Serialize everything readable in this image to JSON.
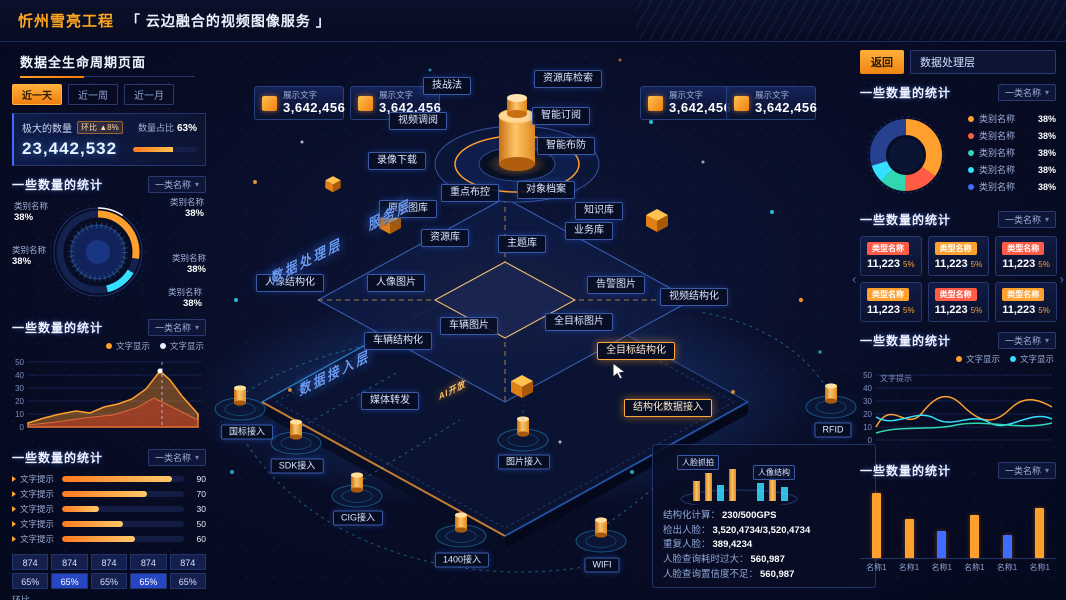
{
  "header": {
    "brand": "忻州雪亮工程",
    "title": "「 云边融合的视频图像服务 」"
  },
  "subheader": {
    "page_tab": "数据全生命周期页面",
    "back": "返回",
    "layer": "数据处理层"
  },
  "left": {
    "time_tabs": [
      {
        "label": "近一天"
      },
      {
        "label": "近一周"
      },
      {
        "label": "近一月"
      }
    ],
    "stat": {
      "label": "极大的数量",
      "badge": "环比 ▲8%",
      "ratio_label": "数量占比",
      "ratio_value": "63%",
      "ratio_pct": 63,
      "value": "23,442,532"
    },
    "panel1": {
      "title": "一些数量的统计",
      "dropdown": "一类名称",
      "items": [
        {
          "name": "类别名称",
          "value": "38%"
        },
        {
          "name": "类别名称",
          "value": "38%"
        },
        {
          "name": "类别名称",
          "value": "38%"
        },
        {
          "name": "类别名称",
          "value": "38%"
        },
        {
          "name": "类别名称",
          "value": "38%"
        }
      ]
    },
    "panel2": {
      "title": "一些数量的统计",
      "dropdown": "一类名称",
      "legend": [
        {
          "label": "文字显示",
          "color": "#ffa02e"
        },
        {
          "label": "文字显示",
          "color": "#e8eefc"
        }
      ],
      "y_ticks": [
        "50",
        "40",
        "30",
        "20",
        "10",
        "0"
      ]
    },
    "panel3": {
      "title": "一些数量的统计",
      "dropdown": "一类名称",
      "max": 100,
      "bars": [
        {
          "label": "文字提示",
          "value": 90
        },
        {
          "label": "文字提示",
          "value": 70
        },
        {
          "label": "文字提示",
          "value": 30
        },
        {
          "label": "文字提示",
          "value": 50
        },
        {
          "label": "文字提示",
          "value": 60
        }
      ]
    },
    "table": {
      "values": [
        "874",
        "874",
        "874",
        "874",
        "874"
      ],
      "percents": [
        "65%",
        "65%",
        "65%",
        "65%",
        "65%"
      ],
      "caption": "环比"
    }
  },
  "center": {
    "cards": [
      {
        "label": "展示文字",
        "value": "3,642,456"
      },
      {
        "label": "展示文字",
        "value": "3,642,456"
      },
      {
        "label": "展示文字",
        "value": "3,642,456"
      },
      {
        "label": "展示文字",
        "value": "3,642,456"
      }
    ],
    "nodes": [
      {
        "label": "技战法"
      },
      {
        "label": "资源库检索"
      },
      {
        "label": "视频调阅"
      },
      {
        "label": "智能订阅"
      },
      {
        "label": "智能布防"
      },
      {
        "label": "录像下载"
      },
      {
        "label": "重点布控"
      },
      {
        "label": "对象档案"
      },
      {
        "label": "知识库"
      },
      {
        "label": "原始图库"
      },
      {
        "label": "资源库"
      },
      {
        "label": "主题库"
      },
      {
        "label": "业务库"
      },
      {
        "label": "人像结构化"
      },
      {
        "label": "人像图片"
      },
      {
        "label": "告警图片"
      },
      {
        "label": "视频结构化"
      },
      {
        "label": "车辆结构化"
      },
      {
        "label": "车辆图片"
      },
      {
        "label": "全目标图片"
      },
      {
        "label": "全目标结构化"
      },
      {
        "label": "媒体转发"
      },
      {
        "label": "结构化数据接入"
      },
      {
        "label": "国标接入"
      },
      {
        "label": "SDK接入"
      },
      {
        "label": "CIG接入"
      },
      {
        "label": "1400接入"
      },
      {
        "label": "图片接入"
      },
      {
        "label": "WIFI"
      },
      {
        "label": "RFID"
      }
    ],
    "layers": [
      {
        "label": "服务层"
      },
      {
        "label": "数据处理层"
      },
      {
        "label": "数据接入层"
      },
      {
        "label": "AI开放"
      }
    ],
    "info": {
      "flags": [
        {
          "label": "人脸抓拍"
        },
        {
          "label": "人像结构"
        }
      ],
      "lines": [
        {
          "k": "结构化计算：",
          "v": "230/500GPS"
        },
        {
          "k": "检出人脸：",
          "v": "3,520,4734/3,520,4734"
        },
        {
          "k": "重复人脸：",
          "v": "389,4234"
        },
        {
          "k": "人脸查询耗时过大：",
          "v": "560,987"
        },
        {
          "k": "人脸查询置信度不足：",
          "v": "560,987"
        }
      ]
    }
  },
  "right": {
    "panel1": {
      "title": "一些数量的统计",
      "dropdown": "一类名称",
      "slices": [
        35,
        15,
        12,
        8,
        30
      ],
      "items": [
        {
          "name": "类别名称",
          "value": "38%",
          "color": "#ffa02e"
        },
        {
          "name": "类别名称",
          "value": "38%",
          "color": "#ff5b45"
        },
        {
          "name": "类别名称",
          "value": "38%",
          "color": "#2fd8b0"
        },
        {
          "name": "类别名称",
          "value": "38%",
          "color": "#35e0ff"
        },
        {
          "name": "类别名称",
          "value": "38%",
          "color": "#3f6cff"
        }
      ]
    },
    "panel2": {
      "title": "一些数量的统计",
      "dropdown": "一类名称",
      "cards": [
        {
          "name": "类型名称",
          "value": "11,223",
          "pct": "5%",
          "color": "#ff5b45"
        },
        {
          "name": "类型名称",
          "value": "11,223",
          "pct": "5%",
          "color": "#ffa02e"
        },
        {
          "name": "类型名称",
          "value": "11,223",
          "pct": "5%",
          "color": "#ff5b45"
        },
        {
          "name": "类型名称",
          "value": "11,223",
          "pct": "5%",
          "color": "#ffa02e"
        },
        {
          "name": "类型名称",
          "value": "11,223",
          "pct": "5%",
          "color": "#ff5b45"
        },
        {
          "name": "类型名称",
          "value": "11,223",
          "pct": "5%",
          "color": "#ffa02e"
        }
      ]
    },
    "panel3": {
      "title": "一些数量的统计",
      "dropdown": "一类名称",
      "hint": "文字提示",
      "legend": [
        {
          "label": "文字显示",
          "color": "#ffa02e"
        },
        {
          "label": "文字显示",
          "color": "#35e0ff"
        }
      ],
      "y_ticks": [
        "50",
        "40",
        "30",
        "20",
        "10",
        "0"
      ]
    },
    "panel4": {
      "title": "一些数量的统计",
      "dropdown": "一类名称",
      "bars": [
        {
          "label": "名称1",
          "value": 92,
          "color": "#ffa02e"
        },
        {
          "label": "名称1",
          "value": 55,
          "color": "#ffa02e"
        },
        {
          "label": "名称1",
          "value": 38,
          "color": "#3f6cff"
        },
        {
          "label": "名称1",
          "value": 60,
          "color": "#ffa02e"
        },
        {
          "label": "名称1",
          "value": 33,
          "color": "#3f6cff"
        },
        {
          "label": "名称1",
          "value": 70,
          "color": "#ffa02e"
        }
      ]
    }
  }
}
